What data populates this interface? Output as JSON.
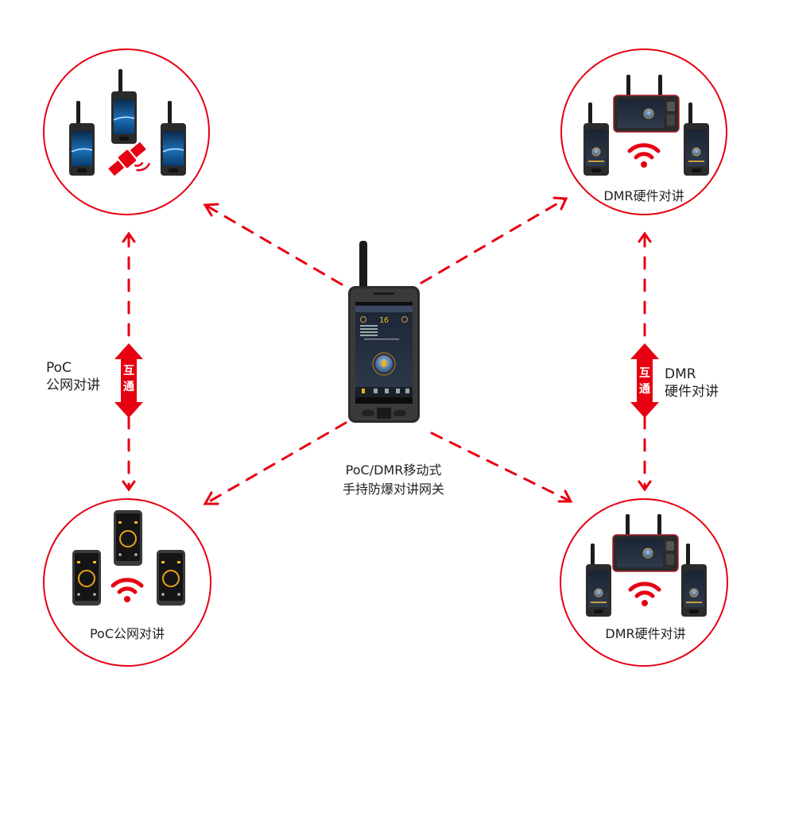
{
  "diagram": {
    "title": "PoC/DMR移动式手持防爆对讲网关",
    "accent_color": "#e60012",
    "center_device": {
      "name": "gateway-handset",
      "caption_lines": [
        "PoC/DMR移动式",
        "手持防爆对讲网关"
      ],
      "screen": {
        "channel_number": "16"
      }
    },
    "nodes": [
      {
        "id": "top-left",
        "caption": "",
        "devices": [
          "satellite-handset",
          "satellite-handset",
          "satellite-handset"
        ],
        "icon": "satellite-icon"
      },
      {
        "id": "top-right",
        "caption": "DMR硬件对讲",
        "devices": [
          "dmr-handset",
          "dmr-tablet",
          "dmr-handset"
        ],
        "icon": "wifi-icon"
      },
      {
        "id": "bottom-left",
        "caption": "PoC公网对讲",
        "devices": [
          "poc-phone",
          "poc-phone",
          "poc-phone"
        ],
        "icon": "wifi-icon"
      },
      {
        "id": "bottom-right",
        "caption": "DMR硬件对讲",
        "devices": [
          "dmr-handset",
          "dmr-tablet",
          "dmr-handset"
        ],
        "icon": "wifi-icon"
      }
    ],
    "links": {
      "left": {
        "label_lines": [
          "PoC",
          "公网对讲"
        ],
        "badge": [
          "互",
          "通"
        ]
      },
      "right": {
        "label_lines": [
          "DMR",
          "硬件对讲"
        ],
        "badge": [
          "互",
          "通"
        ]
      }
    }
  }
}
